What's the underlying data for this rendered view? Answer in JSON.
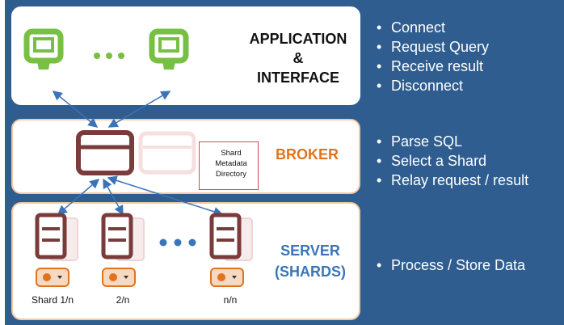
{
  "application_layer": {
    "title_lines": [
      "APPLICATION",
      "&",
      "INTERFACE"
    ],
    "bullets": [
      "Connect",
      "Request Query",
      "Receive result",
      "Disconnect"
    ]
  },
  "broker_layer": {
    "title": "BROKER",
    "metadata_box_lines": [
      "Shard",
      "Metadata",
      "Directory"
    ],
    "bullets": [
      "Parse SQL",
      "Select a Shard",
      "Relay request / result"
    ]
  },
  "server_layer": {
    "title_lines": [
      "SERVER",
      "(SHARDS)"
    ],
    "shard_labels": [
      "Shard 1/n",
      "2/n",
      "n/n"
    ],
    "bullets": [
      "Process / Store Data"
    ]
  },
  "colors": {
    "panel_blue": "#2f5d8f",
    "client_green": "#77c043",
    "broker_brown": "#7a3b3b",
    "broker_orange": "#e2731c",
    "server_blue": "#3a75b8",
    "arrow_blue": "#3b73b8"
  },
  "icons": [
    "monitor-icon",
    "ellipsis-icon",
    "broker-window-icon",
    "server-stack-icon",
    "database-selector-icon"
  ]
}
